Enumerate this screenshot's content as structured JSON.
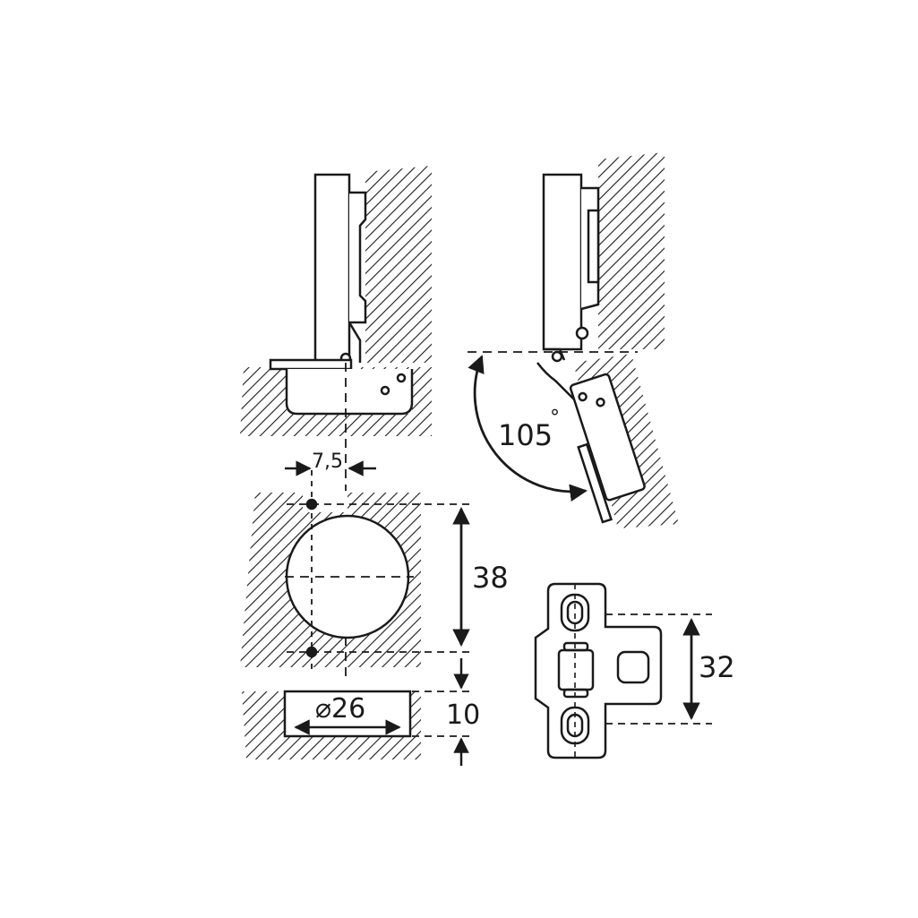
{
  "dimensions": {
    "overlay_offset": "7,5",
    "opening_angle": "105",
    "degree_symbol": "°",
    "hole_spacing": "38",
    "cup_diameter": "⌀26",
    "cup_depth": "10",
    "plate_spacing": "32"
  },
  "colors": {
    "ink": "#1a1a1a",
    "background": "#ffffff"
  }
}
